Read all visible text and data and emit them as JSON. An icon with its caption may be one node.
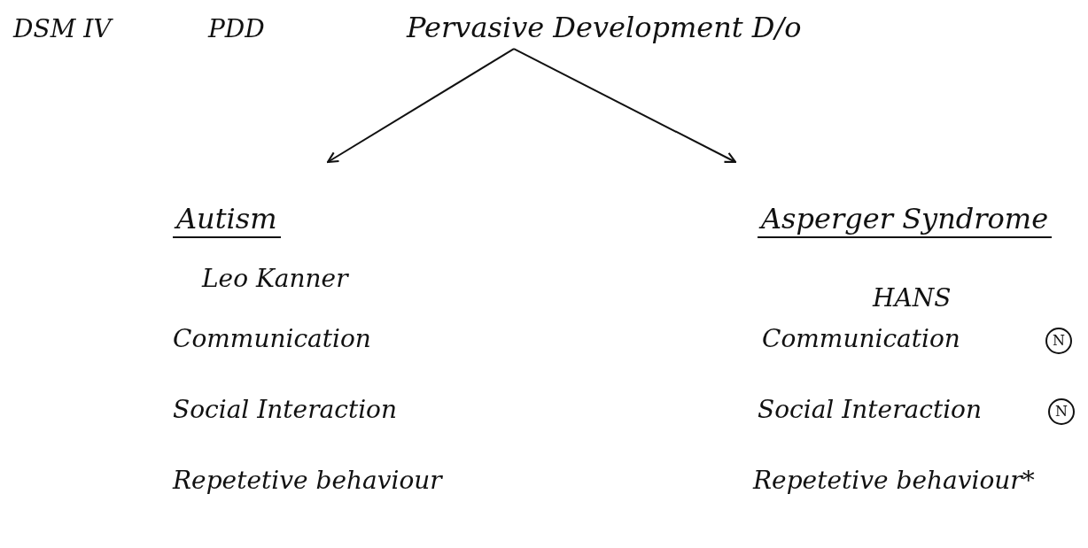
{
  "diagram": {
    "nodes": [
      {
        "text": [
          "Pervasive Development D/o"
        ]
      },
      {
        "text": [
          "Autism"
        ]
      },
      {
        "text": [
          "Asperger Syndrome"
        ]
      }
    ],
    "edges": [
      {
        "from": 0,
        "to": 1,
        "arrow": "to"
      },
      {
        "from": 0,
        "to": 2,
        "arrow": "to"
      }
    ],
    "labels": [
      "DSM IV",
      "PDD",
      "Leo Kanner",
      "HANS",
      "Communication",
      "Communication",
      "N",
      "Social Interaction",
      "Social Interaction",
      "N",
      "Repetetive behaviour",
      "Repetetive behaviour*"
    ]
  }
}
